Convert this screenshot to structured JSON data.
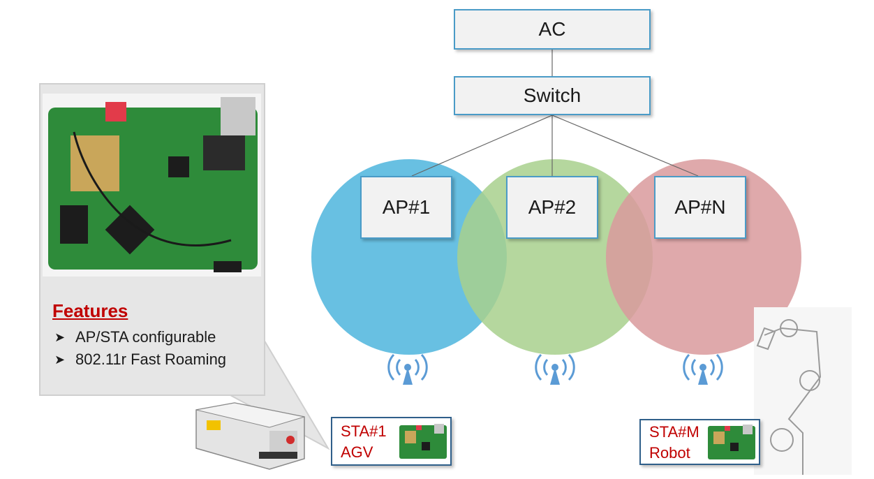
{
  "nodes": {
    "ac": "AC",
    "switch": "Switch",
    "ap1": "AP#1",
    "ap2": "AP#2",
    "apn": "AP#N"
  },
  "features": {
    "title": "Features",
    "items": [
      "AP/STA configurable",
      "802.11r Fast Roaming"
    ]
  },
  "stations": {
    "sta1": {
      "line1": "STA#1",
      "line2": "AGV"
    },
    "stam": {
      "line1": "STA#M",
      "line2": "Robot"
    }
  },
  "colors": {
    "ap1_cell": "#5bbbe0",
    "ap2_cell": "#a8d08d",
    "apn_cell": "#d99a9c",
    "box_border": "#4a9bc7",
    "feature_title": "#c00000",
    "wifi_icon": "#5b9bd5"
  }
}
